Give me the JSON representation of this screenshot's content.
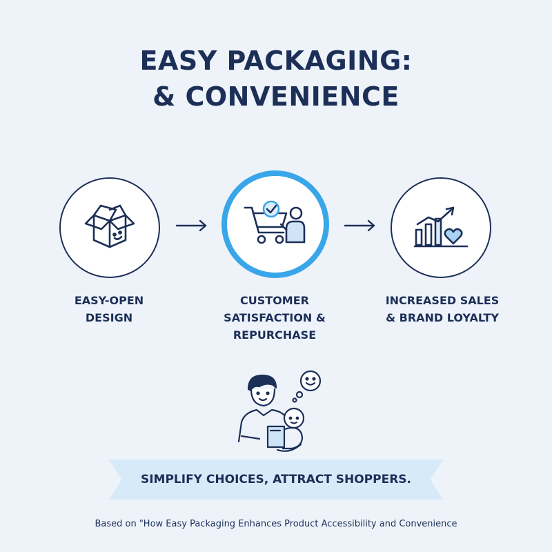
{
  "title": {
    "line1": "EASY PACKAGING:",
    "line2": "& CONVENIENCE"
  },
  "steps": [
    {
      "line1": "EASY-OPEN",
      "line2": "DESIGN",
      "line3": "",
      "icon": "smiling-box-icon"
    },
    {
      "line1": "CUSTOMER",
      "line2": "SATISFACTION &",
      "line3": "REPURCHASE",
      "icon": "shopping-cart-check-icon"
    },
    {
      "line1": "INCREASED SALES",
      "line2": "& BRAND LOYALTY",
      "line3": "",
      "icon": "growth-chart-heart-icon"
    }
  ],
  "banner": {
    "text": "SIMPLIFY CHOICES, ATTRACT SHOPPERS."
  },
  "footer": {
    "text": "Based on \"How Easy Packaging Enhances Product Accessibility and Convenience"
  },
  "colors": {
    "navy": "#1c2f57",
    "accent": "#3aa6ea",
    "ribbon": "#d7eaf8",
    "background": "#eef3fa"
  }
}
